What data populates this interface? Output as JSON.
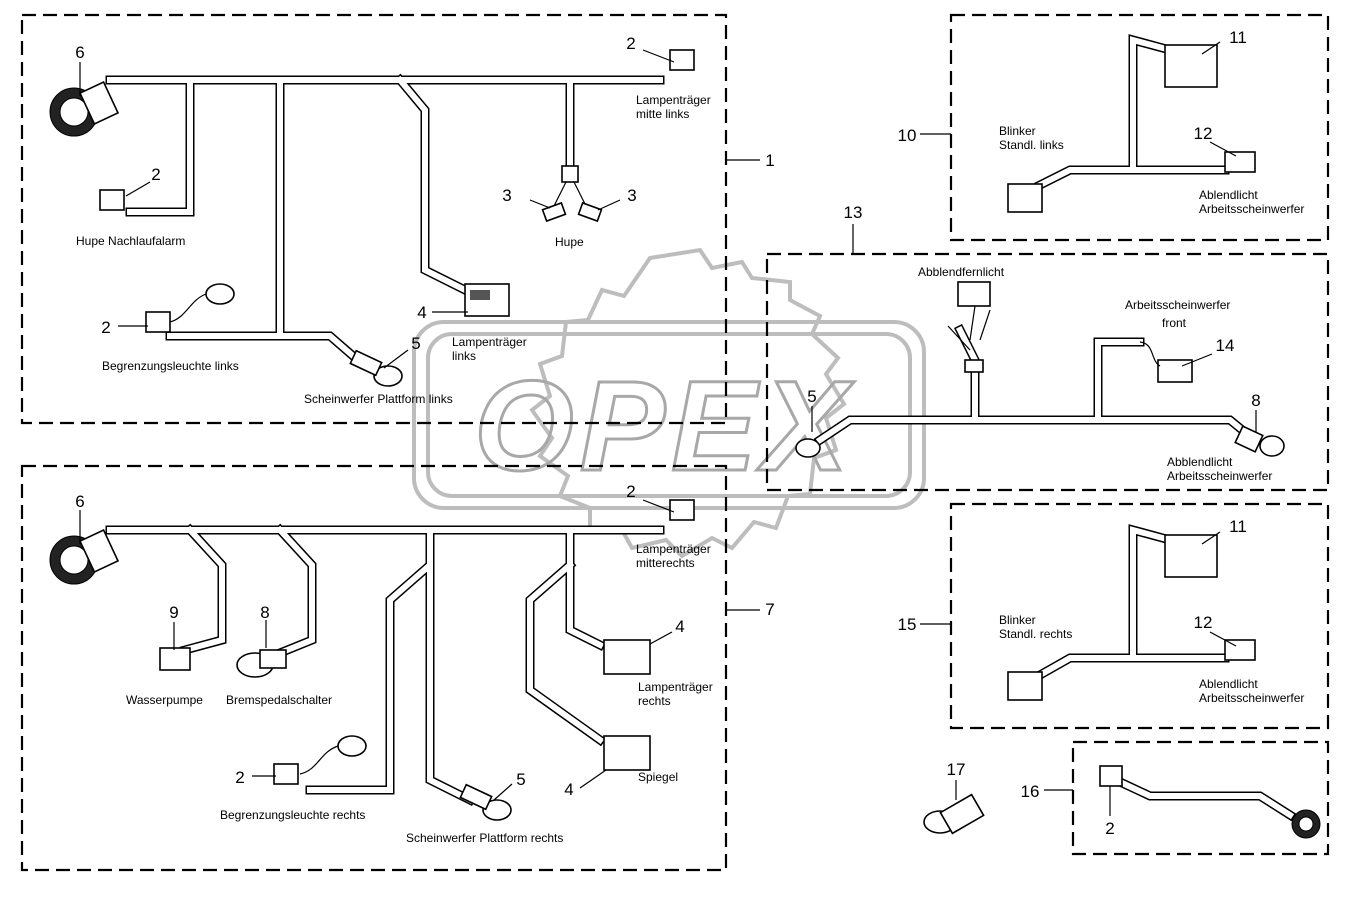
{
  "watermark": {
    "text": "OPEX"
  },
  "callouts": {
    "n1": "1",
    "n2": "2",
    "n3": "3",
    "n4": "4",
    "n5": "5",
    "n6": "6",
    "n7": "7",
    "n8": "8",
    "n9": "9",
    "n10": "10",
    "n11": "11",
    "n12": "12",
    "n13": "13",
    "n14": "14",
    "n15": "15",
    "n16": "16",
    "n17": "17"
  },
  "group1": {
    "hupe_nachlaufalarm": "Hupe Nachlaufalarm",
    "lampentraeger_mitte_links_1": "Lampenträger",
    "lampentraeger_mitte_links_2": "mitte links",
    "hupe": "Hupe",
    "begrenzungsleuchte_links": "Begrenzungsleuchte links",
    "lampentraeger_links_1": "Lampenträger",
    "lampentraeger_links_2": "links",
    "scheinwerfer_plattform_links": "Scheinwerfer Plattform links"
  },
  "group7": {
    "lampentraeger_mitterechts_1": "Lampenträger",
    "lampentraeger_mitterechts_2": "mitterechts",
    "wasserpumpe": "Wasserpumpe",
    "bremspedalschalter": "Bremspedalschalter",
    "lampentraeger_rechts_1": "Lampenträger",
    "lampentraeger_rechts_2": "rechts",
    "spiegel": "Spiegel",
    "begrenzungsleuchte_rechts": "Begrenzungsleuchte rechts",
    "scheinwerfer_plattform_rechts": "Scheinwerfer Plattform rechts"
  },
  "group10": {
    "blinker_1": "Blinker",
    "blinker_2": "Standl. links",
    "ablendlicht_1": "Ablendlicht",
    "ablendlicht_2": "Arbeitsscheinwerfer"
  },
  "group13": {
    "abblendfernlicht": "Abblendfernlicht",
    "arbeitsscheinwerfer_front_1": "Arbeitsscheinwerfer",
    "arbeitsscheinwerfer_front_2": "front",
    "abblendlicht_1": "Abblendlicht",
    "abblendlicht_2": "Arbeitsscheinwerfer"
  },
  "group15": {
    "blinker_1": "Blinker",
    "blinker_2": "Standl. rechts",
    "ablendlicht_1": "Ablendlicht",
    "ablendlicht_2": "Arbeitsscheinwerfer"
  }
}
